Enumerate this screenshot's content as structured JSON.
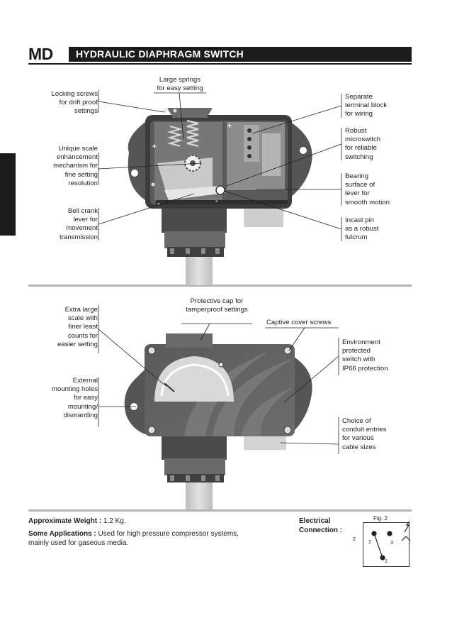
{
  "header": {
    "code": "MD",
    "title": "HYDRAULIC DIAPHRAGM SWITCH"
  },
  "section1": {
    "labels": {
      "locking_screws": [
        "Locking screws",
        "for drift proof",
        "settings"
      ],
      "large_springs": [
        "Large springs",
        "for easy setting"
      ],
      "unique_scale": [
        "Unique scale",
        "enhancement",
        "mechanism for",
        "fine setting",
        "resolution"
      ],
      "bell_crank": [
        "Bell crank",
        "lever for",
        "movement",
        "transmission"
      ],
      "separate_terminal": [
        "Separate",
        "terminal block",
        "for wiring"
      ],
      "robust_microswitch": [
        "Robust",
        "microswitch",
        "for reliable",
        "switching"
      ],
      "bearing_surface": [
        "Bearing",
        "surface of",
        "lever for",
        "smooth motion"
      ],
      "incast_pin": [
        "Incast pin",
        "as a robust",
        "fulcrum"
      ]
    }
  },
  "section2": {
    "labels": {
      "protective_cap": [
        "Protective cap for",
        "tamperproof settings"
      ],
      "extra_large_scale": [
        "Extra large",
        "scale with",
        "finer least",
        "counts for",
        "easier setting"
      ],
      "external_mounting": [
        "External",
        "mounting holes",
        "for easy",
        "mounting/",
        "dismantling"
      ],
      "captive_cover": [
        "Captive cover screws"
      ],
      "environment_protected": [
        "Environment",
        "protected",
        "switch with",
        "IP66 protection"
      ],
      "conduit_entries": [
        "Choice of",
        "conduit entries",
        "for various",
        "cable sizes"
      ]
    }
  },
  "footer": {
    "weight_label": "Approximate Weight :",
    "weight_value": "1.2 Kg.",
    "applications_label": "Some Applications :",
    "applications_line1": "Used for high pressure compressor systems,",
    "applications_line2": "mainly used for gaseous media.",
    "electrical_line1": "Electrical",
    "electrical_line2": "Connection :",
    "fig_label": "Fig. 2",
    "terminal_2_outer": "2",
    "terminal_2": "2",
    "terminal_3": "3",
    "terminal_1": "1"
  }
}
